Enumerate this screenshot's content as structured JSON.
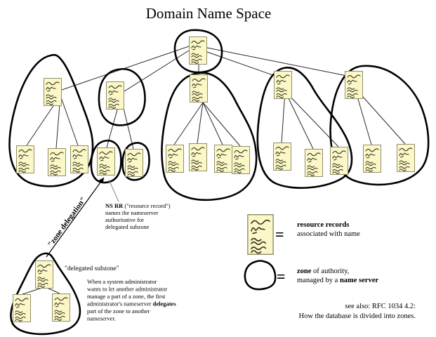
{
  "title": "Domain Name Space",
  "annotations": {
    "zone_delegation": "\"zone delegation\"",
    "delegated_subzone": "\"delegated subzone\"",
    "ns_rr": {
      "bold": "NS RR",
      "line1_rest": " (\"resource record\")",
      "line2": "names the nameserver",
      "line3": "authoritative for",
      "line4": "delegated subzone"
    },
    "admin_note": {
      "line1": "When a system administrator",
      "line2": "wants to let another administrator",
      "line3": "manage a part of a zone, the first",
      "line4_pre": "administrator's nameserver ",
      "line4_bold": "delegates",
      "line5": "part of the zone to another",
      "line6": "nameserver."
    }
  },
  "legend": {
    "equals_sign": "=",
    "rr": {
      "term": "resource records",
      "desc": "associated with name"
    },
    "zone": {
      "term": "zone",
      "line1_rest": " of authority,",
      "line2_pre": "managed by a ",
      "term2": "name server"
    }
  },
  "see_also": {
    "line1": "see also: RFC 1034 4.2:",
    "line2": "How the database is divided into zones."
  },
  "icons": {
    "node_icon": "resource-record-icon",
    "zone_icon": "zone-outline-icon",
    "arrow_icon": "arrowhead-icon"
  },
  "colors": {
    "node_fill": "#FBF7C6",
    "node_border": "#8F8F6E",
    "squiggle": "#33331F",
    "zone_stroke": "#000000",
    "edge": "#2B2B2B",
    "pointer": "#888888",
    "background": "#FFFFFF"
  }
}
